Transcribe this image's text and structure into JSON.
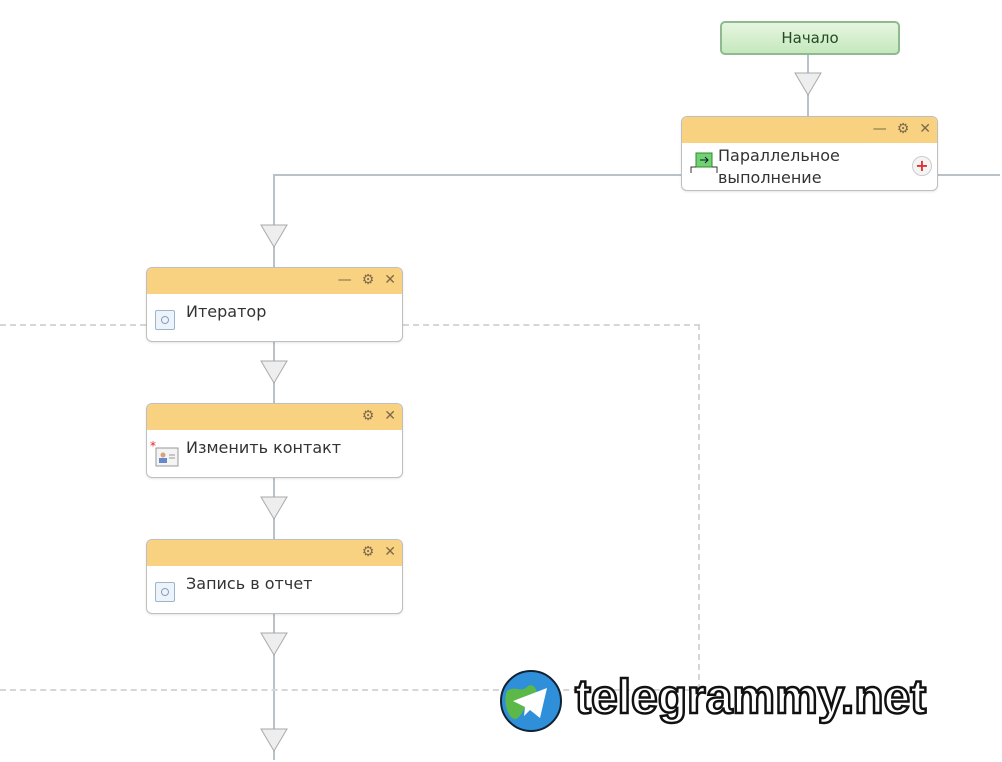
{
  "start": {
    "label": "Начало"
  },
  "nodes": [
    {
      "title_line1": "Параллельное",
      "title_line2": "выполнение"
    },
    {
      "title": "Итератор"
    },
    {
      "title": "Изменить контакт"
    },
    {
      "title": "Запись в отчет"
    }
  ],
  "controls": {
    "minimize": "—",
    "settings": "⚙",
    "close": "✕",
    "add": "+"
  },
  "watermark": {
    "text": "telegrammy.net"
  },
  "colors": {
    "header": "#f9d281",
    "start_bg": "#d5efcd",
    "connector": "#b9c1c9"
  }
}
